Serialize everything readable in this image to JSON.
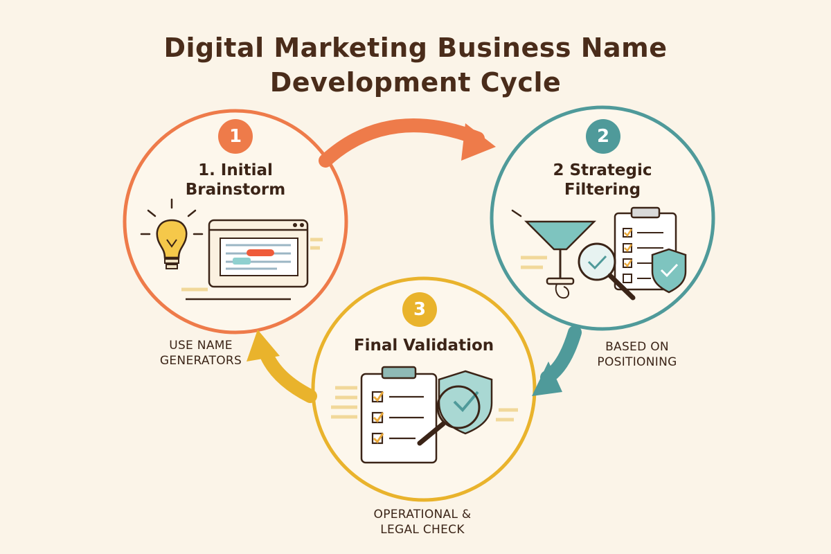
{
  "title": {
    "line1": "Digital Marketing Business Name",
    "line2": "Development Cycle"
  },
  "colors": {
    "background": "#fbf4e8",
    "step1": "#ee7b4a",
    "step2": "#4f9a9a",
    "step3": "#e9b32c",
    "text": "#3b2417"
  },
  "steps": [
    {
      "number": "1",
      "title_line1": "1. Initial",
      "title_line2": "Brainstorm",
      "icons": [
        "lightbulb-icon",
        "browser-window-icon"
      ]
    },
    {
      "number": "2",
      "title_line1": "2 Strategic",
      "title_line2": "Filtering",
      "icons": [
        "funnel-icon",
        "magnifier-check-icon",
        "checklist-clipboard-icon",
        "shield-check-icon"
      ]
    },
    {
      "number": "3",
      "title_line1": "Final Validation",
      "icons": [
        "checklist-clipboard-icon",
        "shield-check-icon",
        "magnifier-icon"
      ]
    }
  ],
  "connectors": {
    "left": {
      "line1": "USE NAME",
      "line2": "GENERATORS"
    },
    "right": {
      "line1": "BASED ON",
      "line2": "POSITIONING"
    },
    "bottom": {
      "line1": "OPERATIONAL &",
      "line2": "LEGAL CHECK"
    }
  }
}
